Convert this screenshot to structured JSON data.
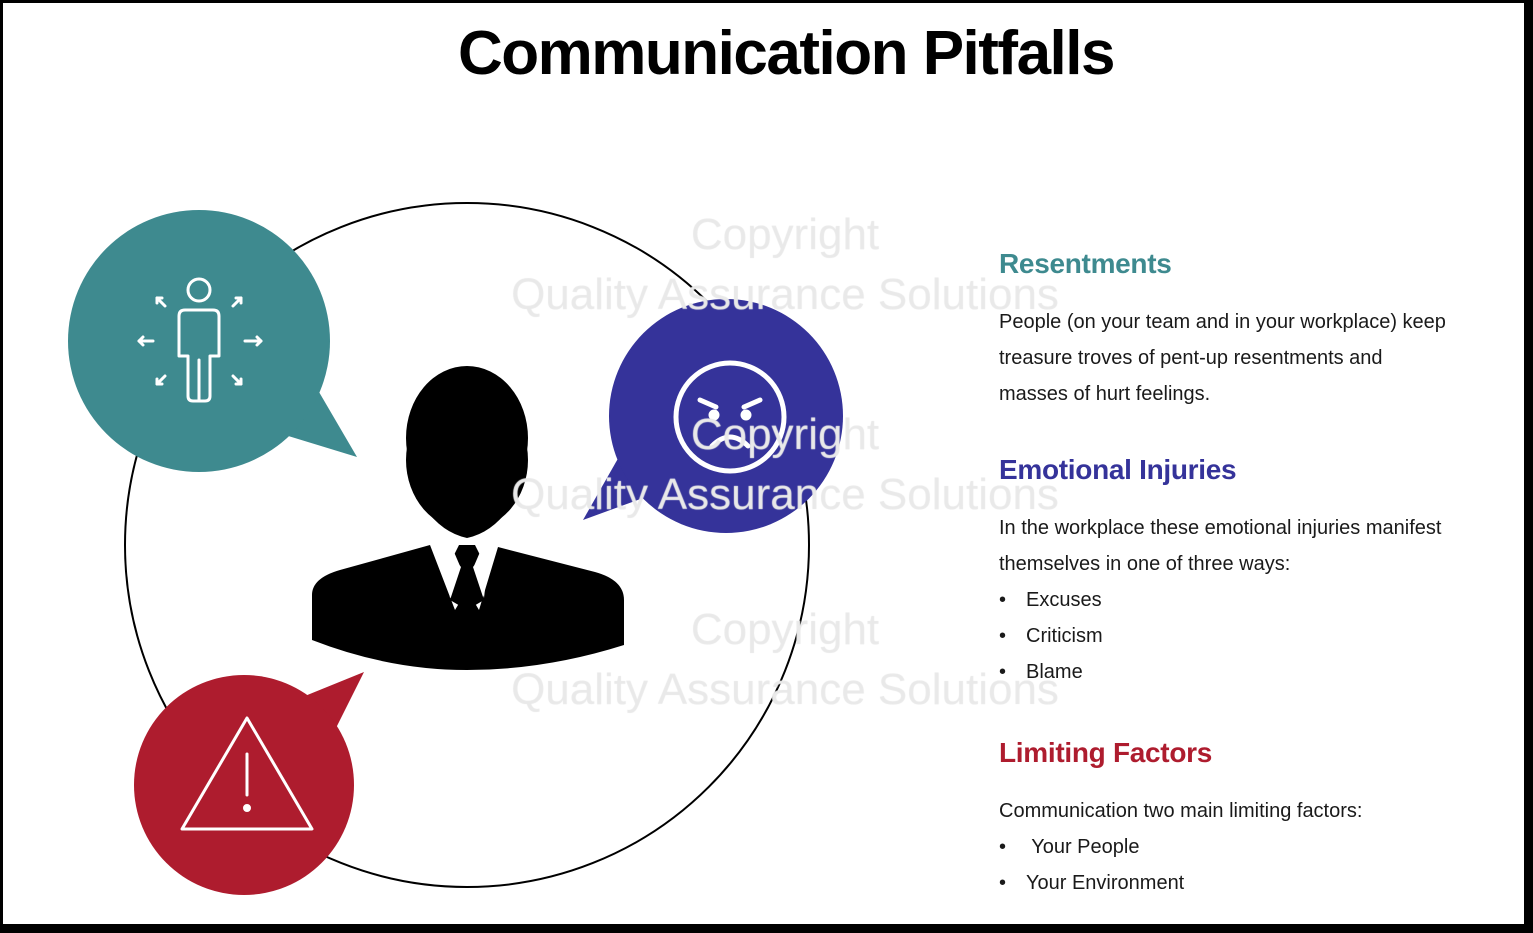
{
  "slide": {
    "title": "Communication Pitfalls",
    "watermark": {
      "line1": "Copyright",
      "line2": "Quality Assurance Solutions"
    }
  },
  "colors": {
    "teal": "#3e8a8f",
    "indigo": "#35339a",
    "crimson": "#ae1c2e",
    "outline": "#000000"
  },
  "icons": {
    "teal_bubble": "person-arrows-icon",
    "indigo_bubble": "angry-face-icon",
    "crimson_bubble": "warning-triangle-icon",
    "center": "businessman-icon"
  },
  "sections": {
    "resentments": {
      "heading": "Resentments",
      "lines": [
        "People (on your team and in your workplace) keep",
        "treasure troves of pent-up resentments and",
        "masses of hurt feelings."
      ]
    },
    "emotional": {
      "heading": "Emotional Injuries",
      "lines": [
        "In the workplace these emotional injuries manifest",
        "themselves in one of three ways:"
      ],
      "bullets": [
        "Excuses",
        "Criticism",
        "Blame"
      ]
    },
    "limiting": {
      "heading": "Limiting Factors",
      "lines": [
        "Communication two main limiting factors:"
      ],
      "bullets": [
        " Your People",
        "Your Environment"
      ]
    }
  }
}
